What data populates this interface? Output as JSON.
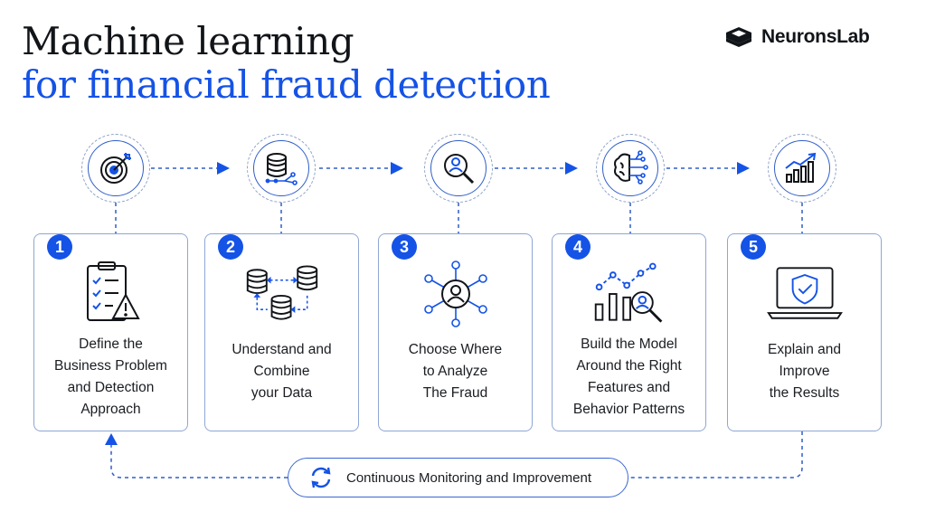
{
  "title": {
    "line1": "Machine learning",
    "line2": "for financial fraud detection"
  },
  "brand": {
    "name": "NeuronsLab",
    "icon": "neuronslab-logo-icon"
  },
  "colors": {
    "accent": "#1553e6",
    "text": "#111418",
    "border": "#8fa6d6"
  },
  "steps": [
    {
      "number": "1",
      "text": "Define the\nBusiness Problem\nand Detection\nApproach",
      "top_icon": "target-icon",
      "card_icon": "checklist-warning-icon"
    },
    {
      "number": "2",
      "text": "Understand and\nCombine\nyour Data",
      "top_icon": "database-icon",
      "card_icon": "databases-sync-icon"
    },
    {
      "number": "3",
      "text": "Choose Where\nto Analyze\nThe Fraud",
      "top_icon": "magnifier-user-icon",
      "card_icon": "user-network-icon"
    },
    {
      "number": "4",
      "text": "Build the Model\nAround the Right\nFeatures and\nBehavior Patterns",
      "top_icon": "brain-circuit-icon",
      "card_icon": "chart-magnifier-icon"
    },
    {
      "number": "5",
      "text": "Explain and\nImprove\nthe Results",
      "top_icon": "growth-chart-icon",
      "card_icon": "laptop-shield-icon"
    }
  ],
  "loop": {
    "label": "Continuous Monitoring and Improvement",
    "icon": "refresh-icon"
  }
}
